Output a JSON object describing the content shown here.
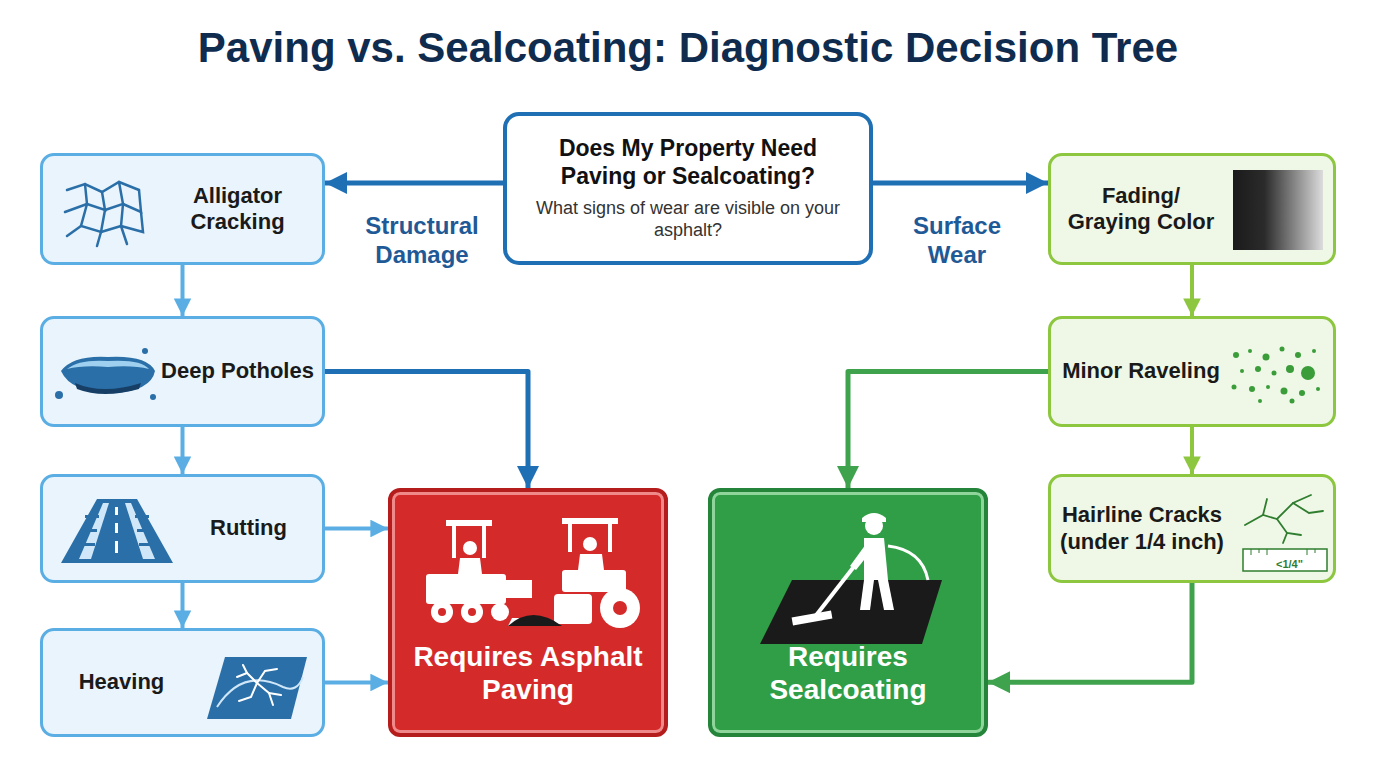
{
  "diagram": {
    "title": "Paving vs. Sealcoating: Diagnostic Decision Tree",
    "nodes": [
      {
        "text": [
          "Does My Property Need Paving or Sealcoating?",
          "What signs of wear are visible on your asphalt?"
        ]
      },
      {
        "text": [
          "Alligator Cracking"
        ]
      },
      {
        "text": [
          "Deep Potholes"
        ]
      },
      {
        "text": [
          "Rutting"
        ]
      },
      {
        "text": [
          "Heaving"
        ]
      },
      {
        "text": [
          "Requires Asphalt Paving"
        ]
      },
      {
        "text": [
          "Fading/ Graying Color"
        ]
      },
      {
        "text": [
          "Minor Raveling"
        ]
      },
      {
        "text": [
          "Hairline Cracks (under 1/4 inch)"
        ]
      },
      {
        "text": [
          "Requires Sealcoating"
        ]
      }
    ],
    "edges": [
      {
        "from": 0,
        "to": 1,
        "arrow": "to",
        "label": "Structural Damage"
      },
      {
        "from": 0,
        "to": 6,
        "arrow": "to",
        "label": "Surface Wear"
      },
      {
        "from": 1,
        "to": 2,
        "arrow": "to"
      },
      {
        "from": 2,
        "to": 3,
        "arrow": "to"
      },
      {
        "from": 3,
        "to": 4,
        "arrow": "to"
      },
      {
        "from": 2,
        "to": 5,
        "arrow": "to"
      },
      {
        "from": 3,
        "to": 5,
        "arrow": "to"
      },
      {
        "from": 4,
        "to": 5,
        "arrow": "to"
      },
      {
        "from": 6,
        "to": 7,
        "arrow": "to"
      },
      {
        "from": 7,
        "to": 8,
        "arrow": "to"
      },
      {
        "from": 7,
        "to": 9,
        "arrow": "to"
      },
      {
        "from": 8,
        "to": 9,
        "arrow": "to"
      }
    ],
    "labels": [
      "<1/4\""
    ]
  }
}
